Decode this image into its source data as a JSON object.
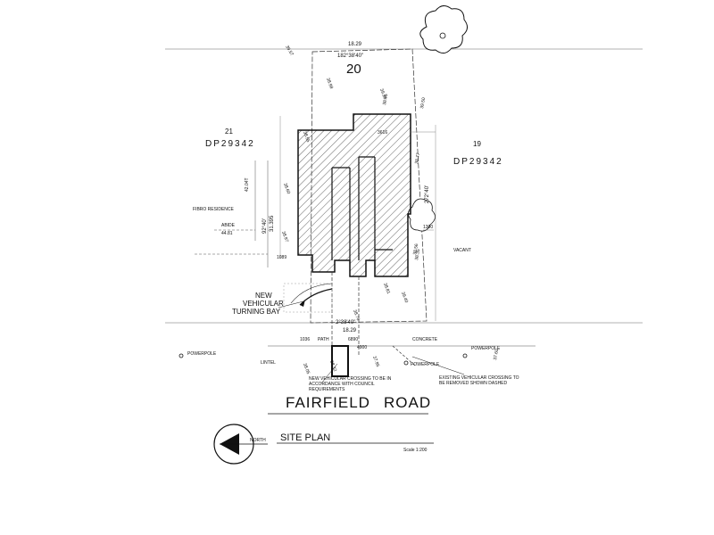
{
  "lots": {
    "subject": "20",
    "left_lot": "21",
    "left_dp": "DP29342",
    "right_lot": "19",
    "right_dp": "DP29342"
  },
  "labels": {
    "fibro_residence": "FIBRO RESIDENCE",
    "vacant": "VACANT",
    "new_turning_bay": [
      "NEW",
      "VEHICULAR",
      "TURNING BAY"
    ],
    "path": "PATH",
    "concrete": "CONCRETE",
    "powerpole_left": "POWERPOLE",
    "powerpole_right": "POWERPOLE",
    "powerpole_mid": "POWERPOLE",
    "lintel": "LINTEL",
    "new_crossing": [
      "NEW VEHICULAR CROSSING TO BE IN",
      "ACCORDANCE WITH COUNCIL",
      "REQUIREMENTS"
    ],
    "existing_crossing": [
      "EXISTING VEHICULAR CROSSING TO",
      "BE REMOVED SHOWN DASHED"
    ],
    "road_name_1": "FAIRFIELD",
    "road_name_2": "ROAD",
    "north": "NORTH",
    "site_plan": "SITE PLAN",
    "scale": "Scale 1:200"
  },
  "dimensions": {
    "top_width": "18.29",
    "top_bearing": "182°38'40\"",
    "bottom_width": "18.29",
    "bottom_bearing": "2°38'40\"",
    "side_length": "31.395",
    "side_bearing": "92°40'",
    "right_bearing": "272°40'",
    "mids_left": "42.04T",
    "abide": "ABIDE",
    "level_44": "44.81",
    "d_3616": "3616",
    "d_1300": "1300",
    "d_1089": "1089",
    "d_6890": "6890",
    "d_1036": "1036",
    "d_4900": "4900"
  },
  "spot_levels": [
    "39.57",
    "38.98",
    "39.25",
    "38.45",
    "39.50",
    "38.55",
    "38.60",
    "38.97",
    "38.77",
    "38.56",
    "38.81",
    "39.40",
    "38.05",
    "37.95",
    "38.35",
    "37.60",
    "38.76",
    "38.32"
  ]
}
